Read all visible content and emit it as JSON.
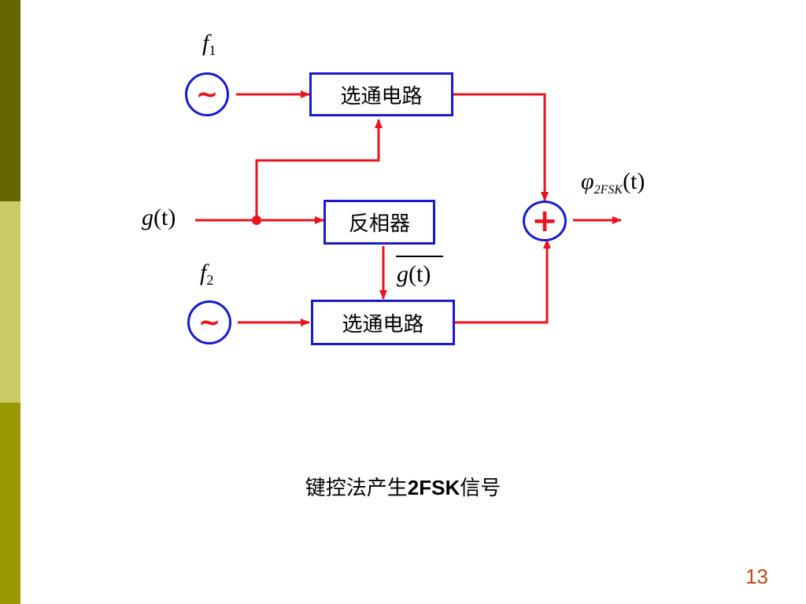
{
  "diagram": {
    "source1": {
      "symbol": "~",
      "label_base": "f",
      "label_sub": "1"
    },
    "source2": {
      "symbol": "~",
      "label_base": "f",
      "label_sub": "2"
    },
    "gate_top": "选通电路",
    "gate_bottom": "选通电路",
    "inverter": "反相器",
    "adder": "+",
    "input": {
      "base": "g",
      "arg": "(t)"
    },
    "inverted": {
      "base": "g",
      "arg": "(t)"
    },
    "output": {
      "base": "φ",
      "sub": "2FSK",
      "arg": "(t)"
    }
  },
  "caption": {
    "prefix": "键控法产生",
    "bold": "2FSK",
    "suffix": "信号"
  },
  "page_number": "13",
  "colors": {
    "wire": "#e8141e",
    "box_border": "#1a1acc",
    "page_number": "#c04810",
    "sidebar": [
      "#666600",
      "#cccc66",
      "#999900"
    ]
  }
}
